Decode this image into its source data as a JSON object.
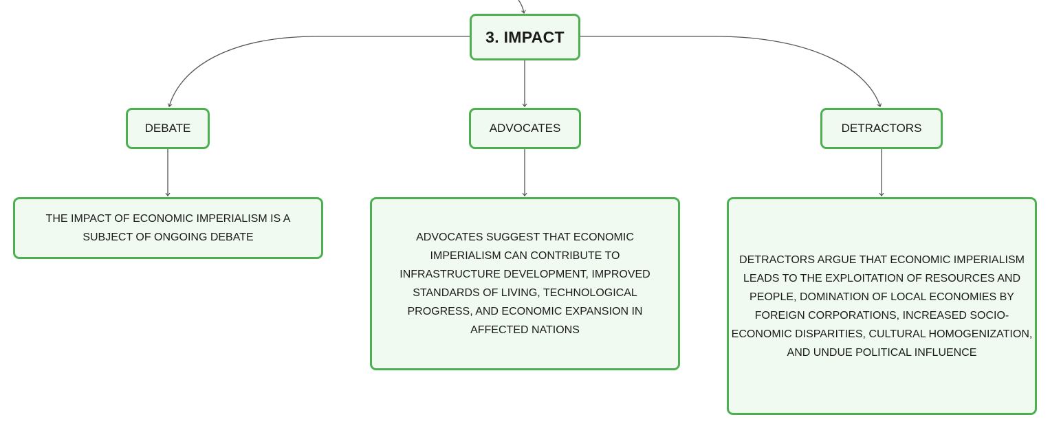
{
  "diagram": {
    "root": {
      "label": "3. IMPACT"
    },
    "branches": [
      {
        "label": "DEBATE",
        "detail": "THE IMPACT OF ECONOMIC IMPERIALISM IS A SUBJECT OF ONGOING DEBATE"
      },
      {
        "label": "ADVOCATES",
        "detail": "ADVOCATES SUGGEST THAT ECONOMIC IMPERIALISM CAN CONTRIBUTE TO INFRASTRUCTURE DEVELOPMENT, IMPROVED STANDARDS OF LIVING, TECHNOLOGICAL PROGRESS, AND ECONOMIC EXPANSION IN AFFECTED NATIONS"
      },
      {
        "label": "DETRACTORS",
        "detail": "DETRACTORS ARGUE THAT ECONOMIC IMPERIALISM LEADS TO THE EXPLOITATION OF RESOURCES AND PEOPLE, DOMINATION OF LOCAL ECONOMIES BY FOREIGN CORPORATIONS, INCREASED SOCIO-ECONOMIC DISPARITIES, CULTURAL HOMOGENIZATION, AND UNDUE POLITICAL INFLUENCE"
      }
    ]
  },
  "colors": {
    "node_border": "#4caf50",
    "node_fill": "#f1faf1",
    "connector": "#555555"
  }
}
